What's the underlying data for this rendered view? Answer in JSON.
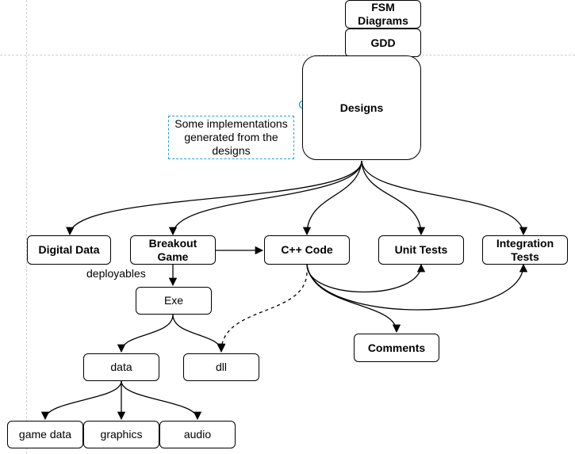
{
  "nodes": {
    "fsm": "FSM\nDiagrams",
    "gdd": "GDD",
    "designs": "Designs",
    "digital_data": "Digital Data",
    "breakout_game": "Breakout\nGame",
    "cpp_code": "C++ Code",
    "unit_tests": "Unit Tests",
    "integration_tests": "Integration\nTests",
    "exe": "Exe",
    "data": "data",
    "dll": "dll",
    "comments": "Comments",
    "game_data": "game data",
    "graphics": "graphics",
    "audio": "audio"
  },
  "note": "Some implementations\ngenerated from the\ndesigns",
  "edge_labels": {
    "deployables": "deployables"
  },
  "colors": {
    "stroke": "#000000",
    "note_border": "#2a9fd0",
    "guide": "#c8c8c8",
    "handle": "#29a8e0"
  }
}
